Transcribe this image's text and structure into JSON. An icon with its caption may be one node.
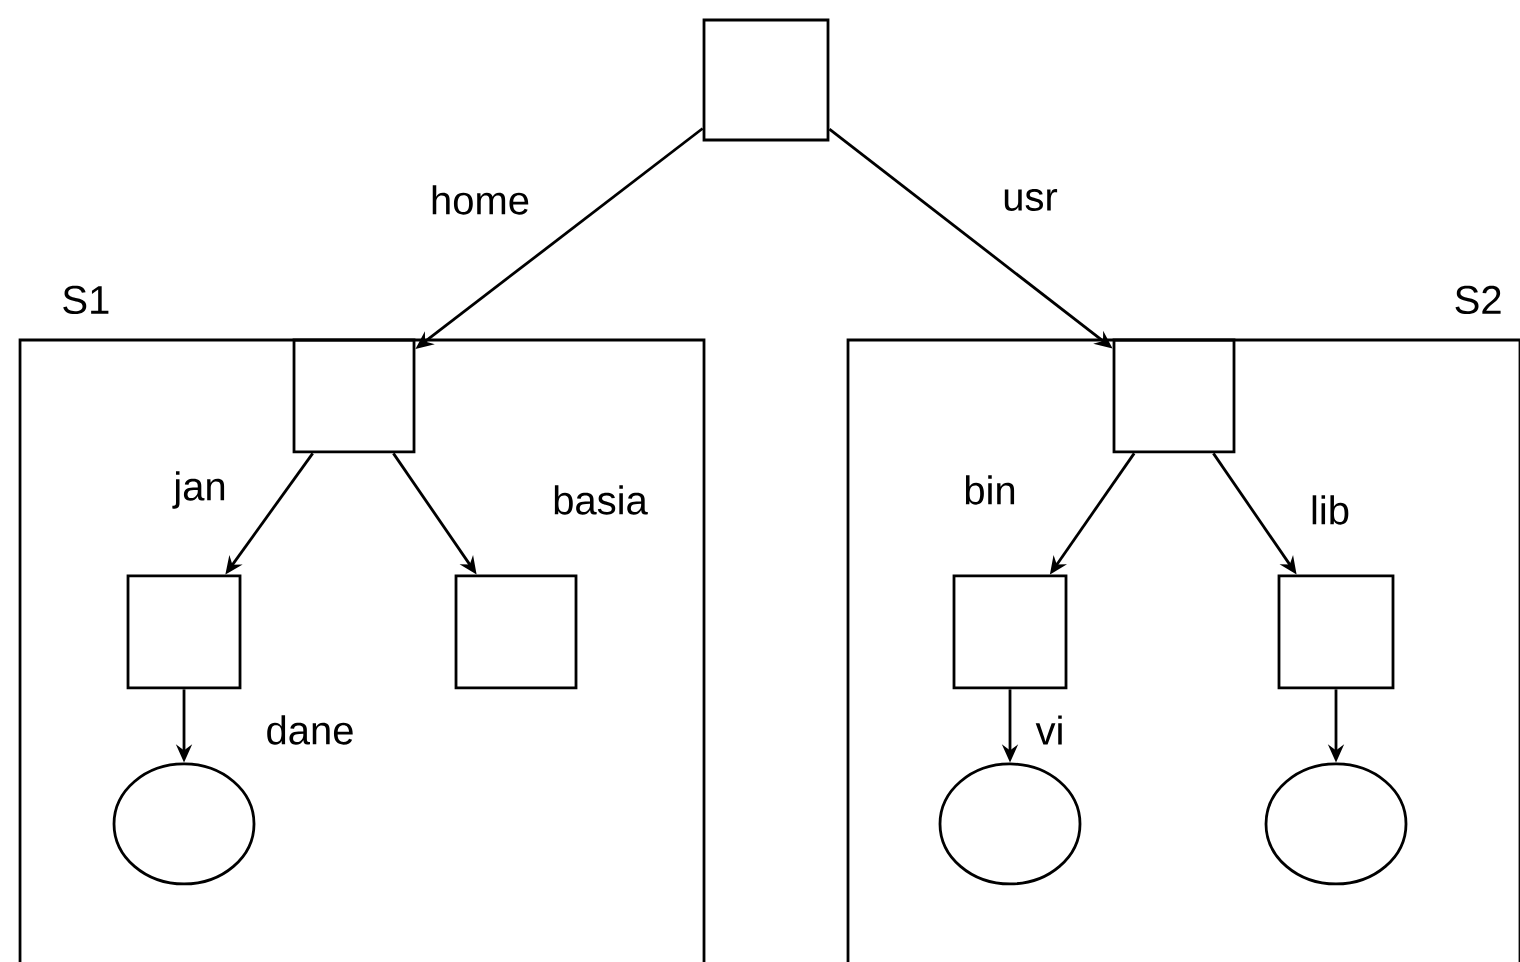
{
  "diagram": {
    "nodes": [
      {
        "text": [],
        "shape": "box"
      },
      {
        "text": [
          "S1"
        ]
      },
      {
        "text": [],
        "shape": "box",
        "in": 1
      },
      {
        "text": [],
        "shape": "box",
        "in": 1
      },
      {
        "text": [],
        "shape": "box",
        "in": 1
      },
      {
        "text": [],
        "shape": "circle",
        "in": 1
      },
      {
        "text": [
          "S2"
        ]
      },
      {
        "text": [],
        "shape": "box",
        "in": 6
      },
      {
        "text": [],
        "shape": "box",
        "in": 6
      },
      {
        "text": [],
        "shape": "box",
        "in": 6
      },
      {
        "text": [],
        "shape": "circle",
        "in": 6
      },
      {
        "text": [],
        "shape": "circle",
        "in": 6
      }
    ],
    "edges": [
      {
        "from": 0,
        "to": 2,
        "arrow": "to",
        "label": "home"
      },
      {
        "from": 0,
        "to": 7,
        "arrow": "to",
        "label": "usr"
      },
      {
        "from": 2,
        "to": 3,
        "arrow": "to",
        "label": "jan"
      },
      {
        "from": 2,
        "to": 4,
        "arrow": "to",
        "label": "basia"
      },
      {
        "from": 3,
        "to": 5,
        "arrow": "to",
        "label": "dane"
      },
      {
        "from": 7,
        "to": 8,
        "arrow": "to",
        "label": "bin"
      },
      {
        "from": 7,
        "to": 9,
        "arrow": "to",
        "label": "lib"
      },
      {
        "from": 8,
        "to": 10,
        "arrow": "to",
        "label": "vi"
      },
      {
        "from": 9,
        "to": 11,
        "arrow": "to"
      }
    ]
  }
}
